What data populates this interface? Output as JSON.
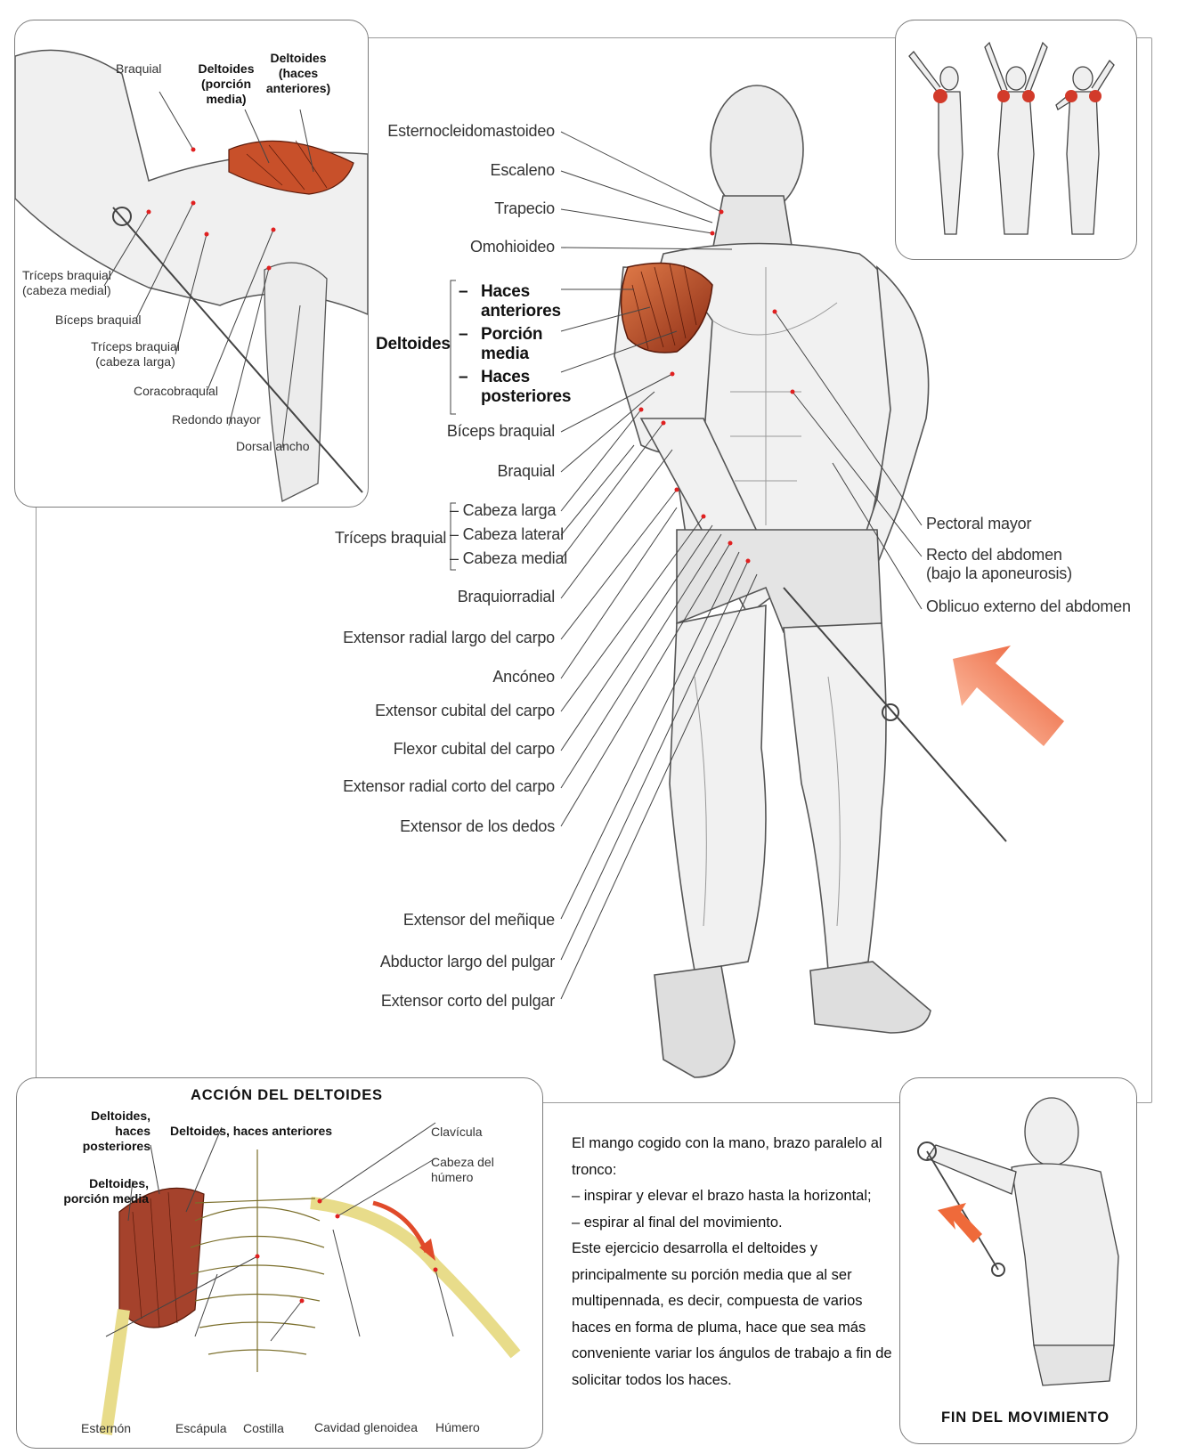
{
  "main_labels": {
    "left": [
      "Esternocleidomastoideo",
      "Escaleno",
      "Trapecio",
      "Omohioideo",
      "Bíceps braquial",
      "Braquial",
      "Braquiorradial",
      "Extensor radial largo del carpo",
      "Ancóneo",
      "Extensor cubital del carpo",
      "Flexor cubital del carpo",
      "Extensor radial corto del carpo",
      "Extensor de los dedos",
      "Extensor del meñique",
      "Abductor largo del pulgar",
      "Extensor corto del pulgar"
    ],
    "deltoides": {
      "group": "Deltoides",
      "parts": [
        "Haces anteriores",
        "Porción media",
        "Haces posteriores"
      ]
    },
    "triceps": {
      "group": "Tríceps braquial",
      "parts": [
        "Cabeza larga",
        "Cabeza lateral",
        "Cabeza medial"
      ]
    },
    "right": [
      "Pectoral mayor",
      "Recto del abdomen",
      "(bajo la aponeurosis)",
      "Oblicuo externo del abdomen"
    ]
  },
  "inset_arm": {
    "labels": [
      "Braquial",
      "Deltoides (porción media)",
      "Deltoides (haces anteriores)",
      "Tríceps braquial (cabeza medial)",
      "Bíceps braquial",
      "Tríceps braquial (cabeza larga)",
      "Coracobraquial",
      "Redondo mayor",
      "Dorsal ancho"
    ]
  },
  "action": {
    "title": "ACCIÓN DEL DELTOIDES",
    "labels": [
      "Deltoides, haces posteriores",
      "Deltoides, haces anteriores",
      "Deltoides, porción media",
      "Clavícula",
      "Cabeza del húmero",
      "Esternón",
      "Escápula",
      "Costilla",
      "Cavidad glenoidea",
      "Húmero"
    ]
  },
  "end_panel": {
    "title": "FIN DEL MOVIMIENTO"
  },
  "description": {
    "intro": "El mango cogido con la mano, brazo paralelo al tronco:",
    "step1": "– inspirar y elevar el brazo hasta la horizontal;",
    "step2": "– espirar al final del movimiento.",
    "body": "Este ejercicio desarrolla el deltoides y principalmente su porción media que al ser multipennada, es decir, compuesta de varios haces en forma de pluma, hace que sea más conveniente variar los ángulos de trabajo a fin de solicitar todos los haces."
  },
  "colors": {
    "muscle_highlight": "#c8502a",
    "arrow": "#ef6a3a",
    "callout_dot": "#e02020",
    "bone": "#e8dc8a"
  }
}
